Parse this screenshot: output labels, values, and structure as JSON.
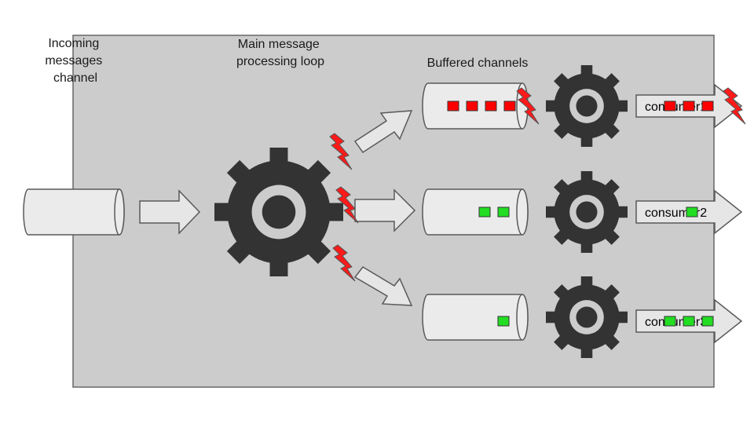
{
  "labels": {
    "incoming": [
      "Incoming",
      "messages",
      "channel"
    ],
    "main_loop": [
      "Main message",
      "processing loop"
    ],
    "buffered": "Buffered channels"
  },
  "consumers": [
    {
      "label": "consumer1",
      "msg_color": "red",
      "buffered_messages": 4,
      "consumer_messages": 3,
      "overloaded": true
    },
    {
      "label": "consumer2",
      "msg_color": "green",
      "buffered_messages": 2,
      "consumer_messages": 1,
      "overloaded": false
    },
    {
      "label": "consumer3",
      "msg_color": "green",
      "buffered_messages": 1,
      "consumer_messages": 3,
      "overloaded": false
    }
  ],
  "colors": {
    "panel": "#cccccc",
    "panel_border": "#666666",
    "gear": "#333333",
    "gear_ring": "#cccccc",
    "arrow_fill": "#e6e6e6",
    "arrow_stroke": "#595959",
    "pipe_fill": "#ebebeb",
    "pipe_stroke": "#595959",
    "msg_red": "#ff0000",
    "msg_green": "#22dd22",
    "msg_stroke": "#333333",
    "bolt": "#ff1a1a",
    "bolt_stroke": "#555555"
  }
}
